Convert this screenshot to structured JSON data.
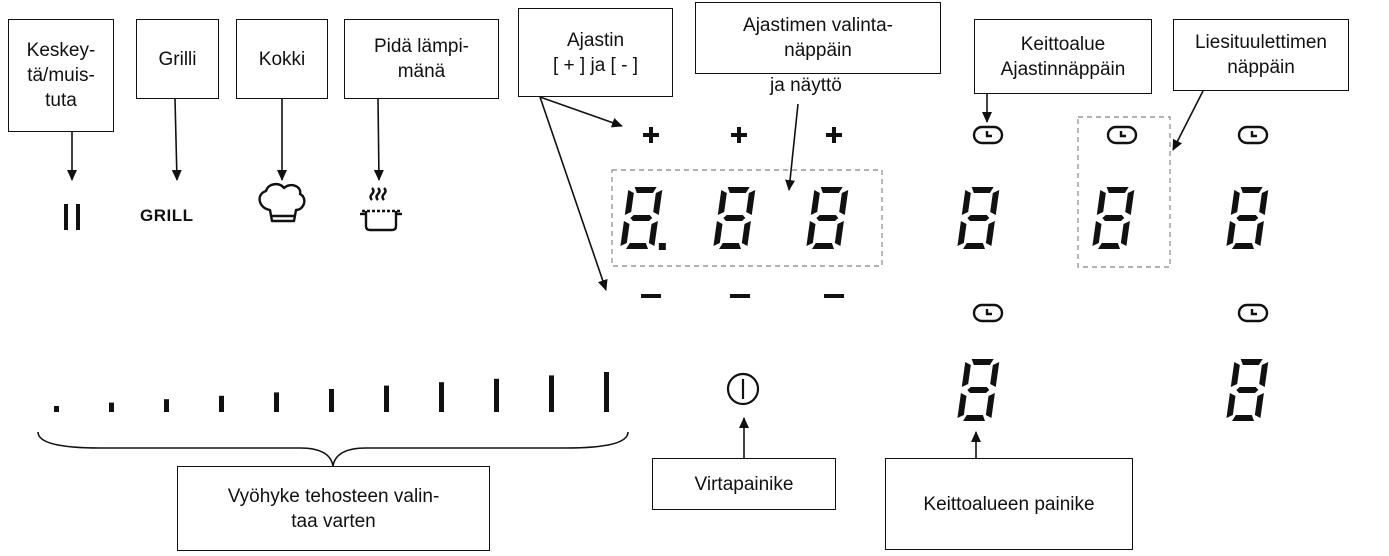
{
  "labels": {
    "pause": [
      "Keskey-",
      "tä/muis-",
      "tuta"
    ],
    "grill": "Grilli",
    "chef": "Kokki",
    "keep_warm": [
      "Pidä lämpi-",
      "mänä"
    ],
    "timer_plus_minus": [
      "Ajastin",
      "[ + ] ja [ - ]"
    ],
    "timer_select": [
      "Ajastimen valinta-",
      "näppäin"
    ],
    "timer_select_extra": "ja näyttö",
    "zone_timer": [
      "Keittoalue",
      "Ajastinnäppäin"
    ],
    "hood_fan": [
      "Liesituulettimen",
      "näppäin"
    ],
    "power_zone": [
      "Vyöhyke tehosteen valin-",
      "taa varten"
    ],
    "power_button": "Virtapainike",
    "zone_button": "Keittoalueen painike"
  },
  "panel": {
    "grill_text": "GRILL",
    "pause_symbol": "||",
    "plus_symbol": "+",
    "minus_symbol": "−",
    "timer_display": [
      "8.",
      "8",
      "8"
    ],
    "zone_digit": "8",
    "power_levels": 11
  },
  "colors": {
    "line": "#111111",
    "dashed": "#999999"
  }
}
